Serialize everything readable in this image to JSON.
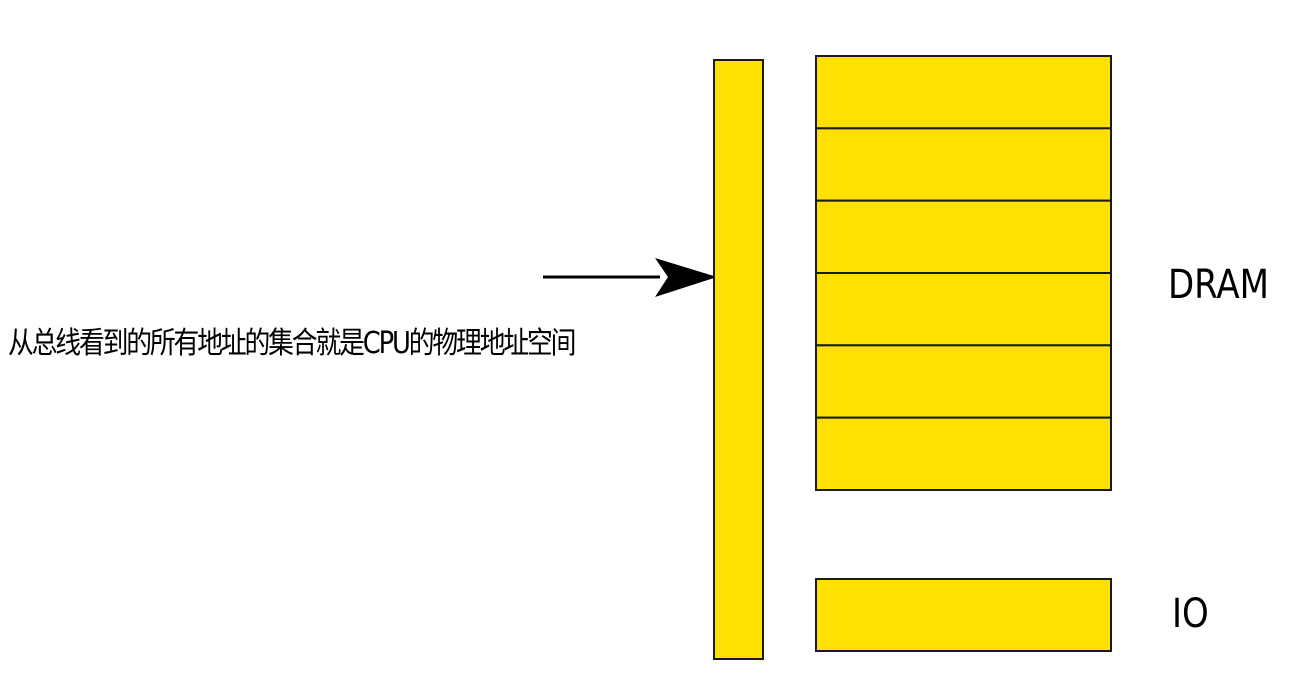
{
  "caption": "从总线看到的所有地址的集合就是CPU的物理地址空间",
  "regions": {
    "dram": {
      "label": "DRAM",
      "blocks": 6
    },
    "io": {
      "label": "IO",
      "blocks": 1
    }
  },
  "colors": {
    "fill": "#FFE000",
    "stroke": "#1a1a1a",
    "arrow": "#000000",
    "background": "#FFFFFF"
  }
}
